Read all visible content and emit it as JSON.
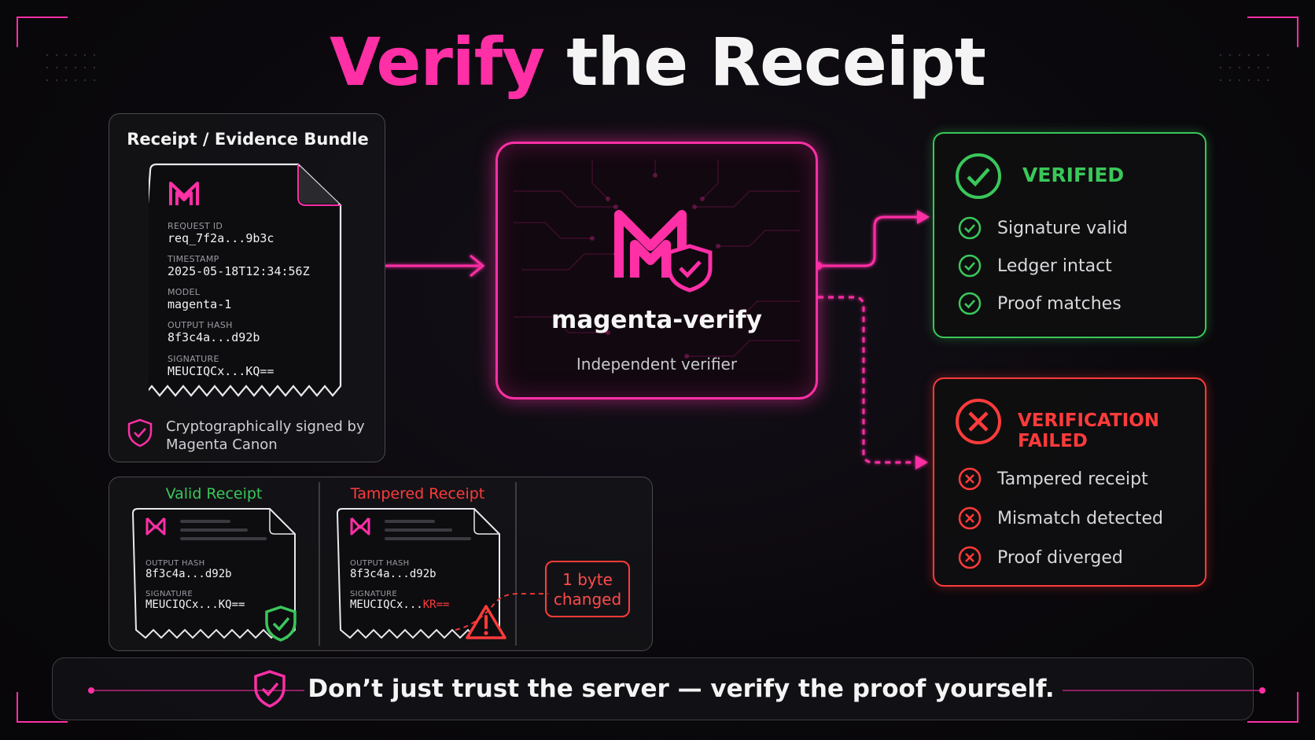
{
  "title": {
    "highlight": "Verify",
    "rest": "the Receipt"
  },
  "bundle": {
    "heading": "Receipt / Evidence Bundle",
    "fields": [
      {
        "label": "REQUEST ID",
        "value": "req_7f2a...9b3c"
      },
      {
        "label": "TIMESTAMP",
        "value": "2025-05-18T12:34:56Z"
      },
      {
        "label": "MODEL",
        "value": "magenta-1"
      },
      {
        "label": "OUTPUT HASH",
        "value": "8f3c4a...d92b"
      },
      {
        "label": "SIGNATURE",
        "value": "MEUCIQCx...KQ=="
      }
    ],
    "signed_line1": "Cryptographically signed by",
    "signed_line2": "Magenta Canon"
  },
  "compare": {
    "valid": {
      "heading": "Valid Receipt",
      "hash_label": "OUTPUT HASH",
      "hash_value": "8f3c4a...d92b",
      "sig_label": "SIGNATURE",
      "sig_value": "MEUCIQCx...KQ=="
    },
    "tampered": {
      "heading": "Tampered Receipt",
      "hash_label": "OUTPUT HASH",
      "hash_value": "8f3c4a...d92b",
      "sig_label": "SIGNATURE",
      "sig_value_prefix": "MEUCIQCx...",
      "sig_value_changed": "KR=="
    },
    "callout_line1": "1 byte",
    "callout_line2": "changed"
  },
  "verifier": {
    "name": "magenta-verify",
    "subtitle": "Independent verifier"
  },
  "verified": {
    "title": "VERIFIED",
    "items": [
      "Signature valid",
      "Ledger intact",
      "Proof matches"
    ],
    "color": "#3ac75a"
  },
  "failed": {
    "title": "VERIFICATION FAILED",
    "items": [
      "Tampered receipt",
      "Mismatch detected",
      "Proof diverged"
    ],
    "color": "#ff3b3b"
  },
  "banner": {
    "text": "Don’t just trust the server — verify the proof yourself."
  },
  "colors": {
    "accent": "#ff2fa6",
    "success": "#3ac75a",
    "error": "#ff3b3b"
  }
}
